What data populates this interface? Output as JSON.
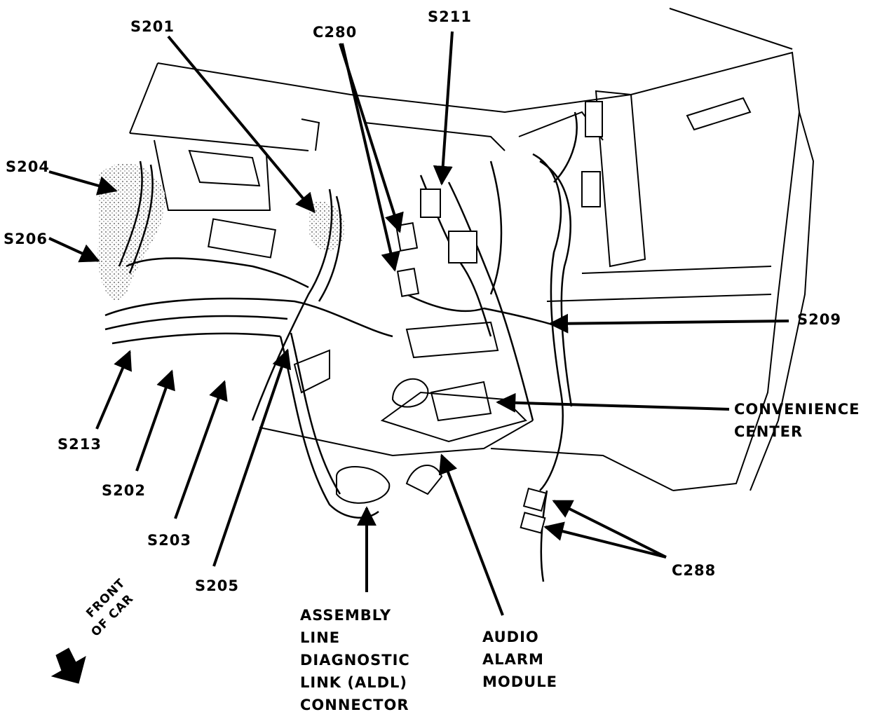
{
  "labels": {
    "s201": "S201",
    "c280": "C280",
    "s211": "S211",
    "s204": "S204",
    "s206": "S206",
    "s209": "S209",
    "convenience_center": [
      "CONVENIENCE",
      "CENTER"
    ],
    "s213": "S213",
    "s202": "S202",
    "s203": "S203",
    "s205": "S205",
    "aldl_connector": [
      "ASSEMBLY",
      "LINE",
      "DIAGNOSTIC",
      "LINK (ALDL)",
      "CONNECTOR"
    ],
    "audio_alarm_module": [
      "AUDIO",
      "ALARM",
      "MODULE"
    ],
    "c288": "C288",
    "front_of_car": [
      "FRONT",
      "OF CAR"
    ]
  },
  "colors": {
    "ink": "#000000",
    "paper": "#ffffff",
    "stipple": "#8a8a8a"
  }
}
